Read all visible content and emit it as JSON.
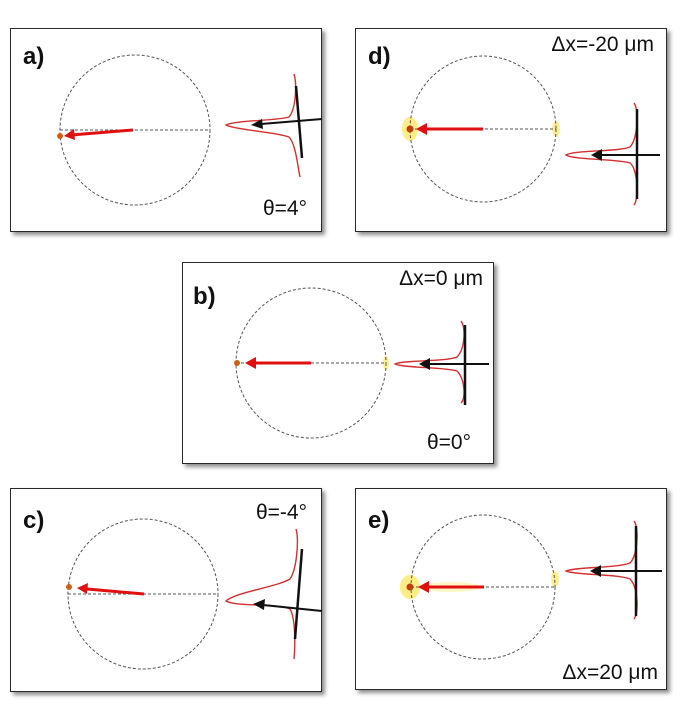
{
  "colors": {
    "beam_arrow": "#e01010",
    "incident_arrow": "#111111",
    "profile_curve": "#d43030",
    "circle_dash": "#555555",
    "focus_spot": "#d06010",
    "glow": "#ffe866"
  },
  "panels": [
    {
      "id": "a",
      "label": "a)",
      "param": "θ=4°",
      "param_corner": "bottom-right",
      "tilt_deg": 4
    },
    {
      "id": "d",
      "label": "d)",
      "param": "Δx=-20 μm",
      "param_corner": "top-right",
      "tilt_deg": 0
    },
    {
      "id": "b",
      "label": "b)",
      "param_top": "Δx=0 μm",
      "param_bottom": "θ=0°",
      "tilt_deg": 0
    },
    {
      "id": "c",
      "label": "c)",
      "param": "θ=-4°",
      "param_corner": "top-right",
      "tilt_deg": -4
    },
    {
      "id": "e",
      "label": "e)",
      "param": "Δx=20 μm",
      "param_corner": "bottom-right",
      "tilt_deg": 0
    }
  ]
}
